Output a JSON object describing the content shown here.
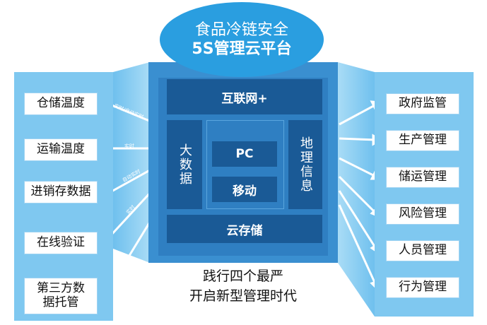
{
  "cloud": {
    "line1": "食品冷链安全",
    "line2": "5S管理云平台"
  },
  "left_items": [
    {
      "label": "仓储温度"
    },
    {
      "label": "运输温度"
    },
    {
      "label": "进销存数据"
    },
    {
      "label": "在线验证"
    },
    {
      "label": "第三方数据托管"
    }
  ],
  "right_items": [
    {
      "label": "政府监管"
    },
    {
      "label": "生产管理"
    },
    {
      "label": "储运管理"
    },
    {
      "label": "风险管理"
    },
    {
      "label": "人员管理"
    },
    {
      "label": "行为管理"
    }
  ],
  "core": {
    "internet": "互联网+",
    "bigdata": "大数据",
    "pc": "PC",
    "mobile": "移动",
    "geo": "地理信息",
    "cloud_storage": "云存储"
  },
  "arrow_tags": [
    "实时/自动实时",
    "实时",
    "自动实时",
    "实时"
  ],
  "slogan": {
    "line1": "践行四个最严",
    "line2": "开启新型管理时代"
  },
  "colors": {
    "dark": "#1a5a96",
    "mid": "#3a8fd0",
    "light": "#7fc8f0",
    "cloud": "#2a9ee0"
  }
}
